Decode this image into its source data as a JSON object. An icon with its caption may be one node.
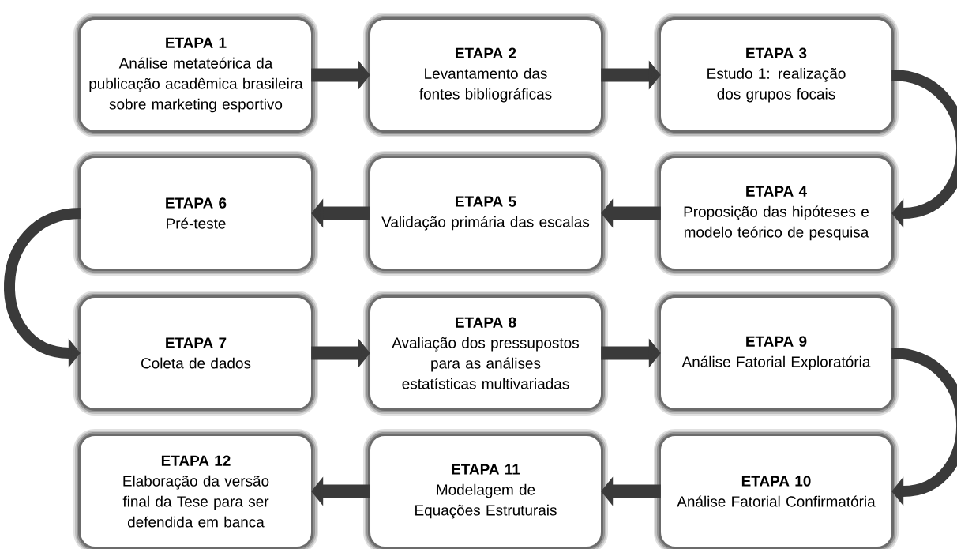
{
  "diagram": {
    "nodes": [
      {
        "text": [
          "ETAPA 1",
          "Análise metateórica da publicação acadêmica brasileira sobre marketing esportivo"
        ]
      },
      {
        "text": [
          "ETAPA 2",
          "Levantamento das fontes bibliográficas"
        ]
      },
      {
        "text": [
          "ETAPA 3",
          "Estudo 1: realização dos grupos focais"
        ]
      },
      {
        "text": [
          "ETAPA 4",
          "Proposição das hipóteses e modelo teórico de pesquisa"
        ]
      },
      {
        "text": [
          "ETAPA 5",
          "Validação primária das escalas"
        ]
      },
      {
        "text": [
          "ETAPA 6",
          "Pré-teste"
        ]
      },
      {
        "text": [
          "ETAPA 7",
          "Coleta de dados"
        ]
      },
      {
        "text": [
          "ETAPA 8",
          "Avaliação dos pressupostos para as análises estatísticas multivariadas"
        ]
      },
      {
        "text": [
          "ETAPA 9",
          "Análise Fatorial Exploratória"
        ]
      },
      {
        "text": [
          "ETAPA 10",
          "Análise Fatorial Confirmatória"
        ]
      },
      {
        "text": [
          "ETAPA 11",
          "Modelagem de Equações Estruturais"
        ]
      },
      {
        "text": [
          "ETAPA 12",
          "Elaboração da versão final da Tese para ser defendida em banca"
        ]
      }
    ],
    "edges": [
      {
        "from": 0,
        "to": 1,
        "arrow": "to"
      },
      {
        "from": 1,
        "to": 2,
        "arrow": "to"
      },
      {
        "from": 2,
        "to": 3,
        "arrow": "to"
      },
      {
        "from": 3,
        "to": 4,
        "arrow": "to"
      },
      {
        "from": 4,
        "to": 5,
        "arrow": "to"
      },
      {
        "from": 5,
        "to": 6,
        "arrow": "to"
      },
      {
        "from": 6,
        "to": 7,
        "arrow": "to"
      },
      {
        "from": 7,
        "to": 8,
        "arrow": "to"
      },
      {
        "from": 8,
        "to": 9,
        "arrow": "to"
      },
      {
        "from": 9,
        "to": 10,
        "arrow": "to"
      },
      {
        "from": 10,
        "to": 11,
        "arrow": "to"
      }
    ]
  }
}
